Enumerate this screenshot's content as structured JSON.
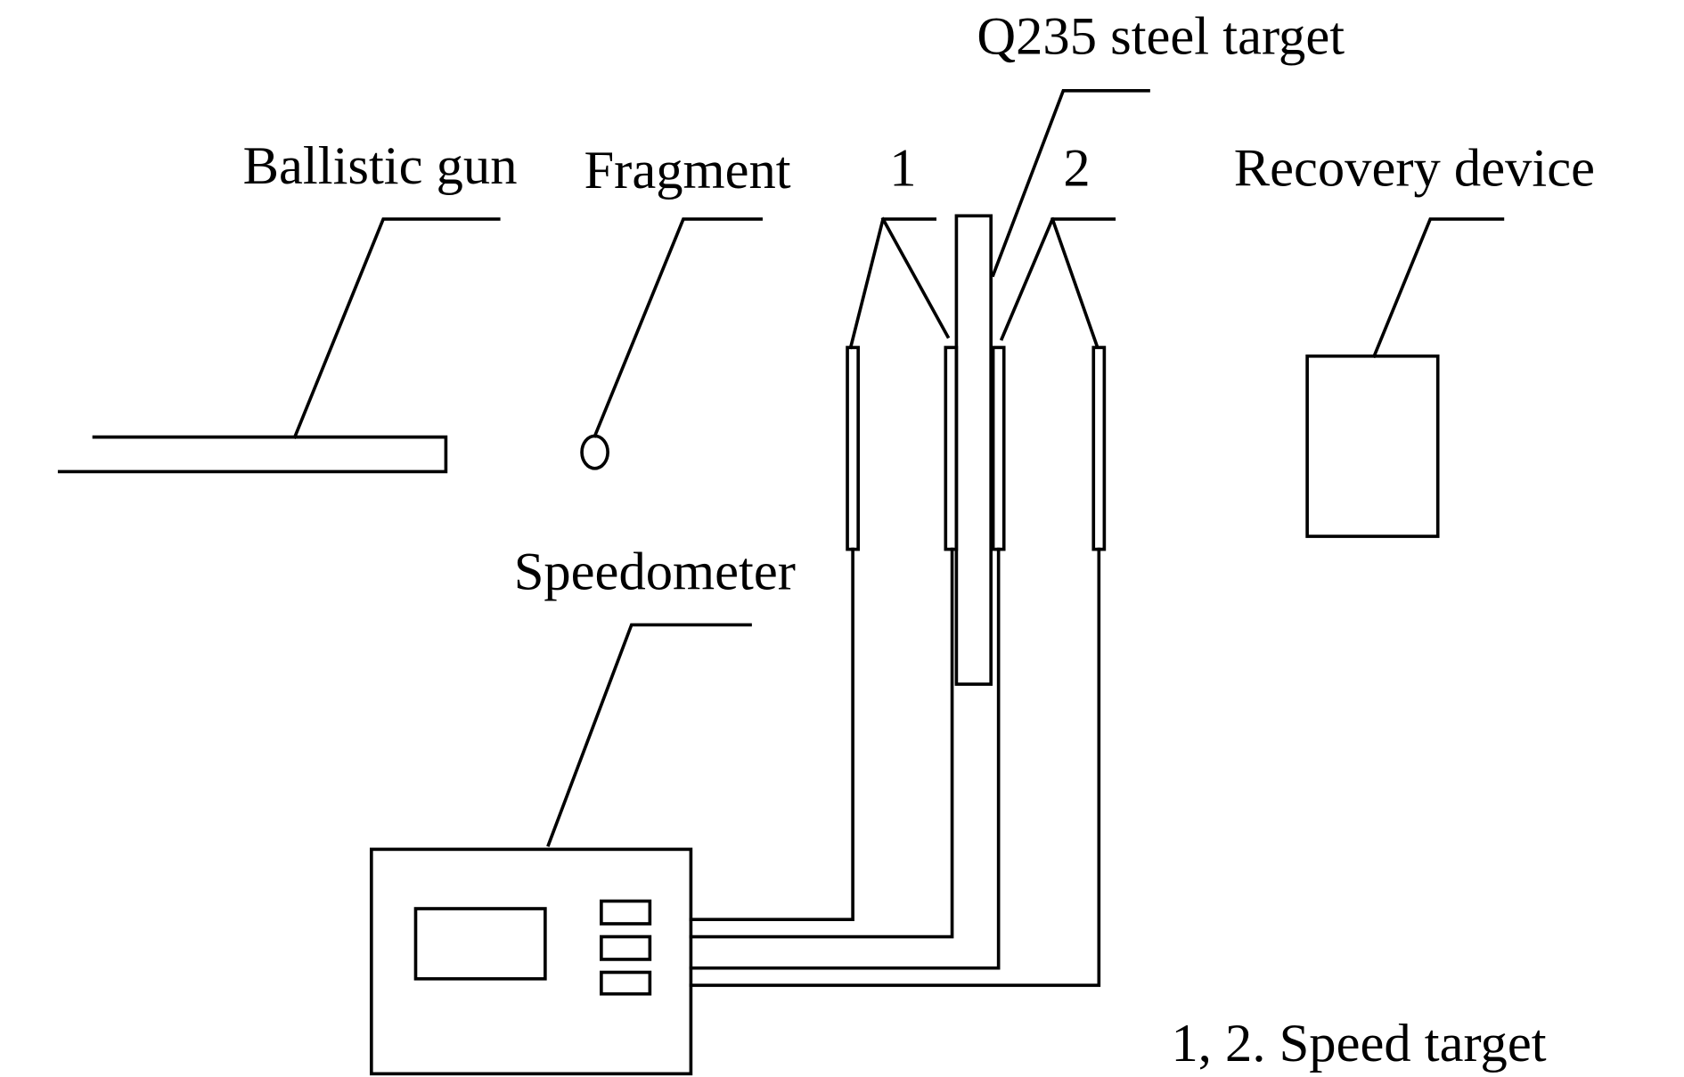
{
  "diagram": {
    "type": "experimental setup schematic",
    "colors": {
      "line": "#000000",
      "background": "#ffffff"
    },
    "labels": {
      "ballistic_gun": "Ballistic gun",
      "fragment": "Fragment",
      "speed_target_1": "1",
      "speed_target_2": "2",
      "steel_target": "Q235 steel target",
      "recovery_device": "Recovery device",
      "speedometer": "Speedometer",
      "caption": "1, 2. Speed target"
    },
    "components": [
      {
        "id": "ballistic-gun",
        "label_ref": "ballistic_gun"
      },
      {
        "id": "fragment",
        "label_ref": "fragment"
      },
      {
        "id": "speed-target-1",
        "label_ref": "speed_target_1"
      },
      {
        "id": "q235-steel-target",
        "label_ref": "steel_target"
      },
      {
        "id": "speed-target-2",
        "label_ref": "speed_target_2"
      },
      {
        "id": "recovery-device",
        "label_ref": "recovery_device"
      },
      {
        "id": "speedometer",
        "label_ref": "speedometer",
        "buttons": 3,
        "display": 1
      }
    ],
    "connections": [
      {
        "from": "speedometer",
        "to": "speed-target-1",
        "strip": "front"
      },
      {
        "from": "speedometer",
        "to": "speed-target-1",
        "strip": "rear"
      },
      {
        "from": "speedometer",
        "to": "speed-target-2",
        "strip": "front"
      },
      {
        "from": "speedometer",
        "to": "speed-target-2",
        "strip": "rear"
      }
    ]
  }
}
